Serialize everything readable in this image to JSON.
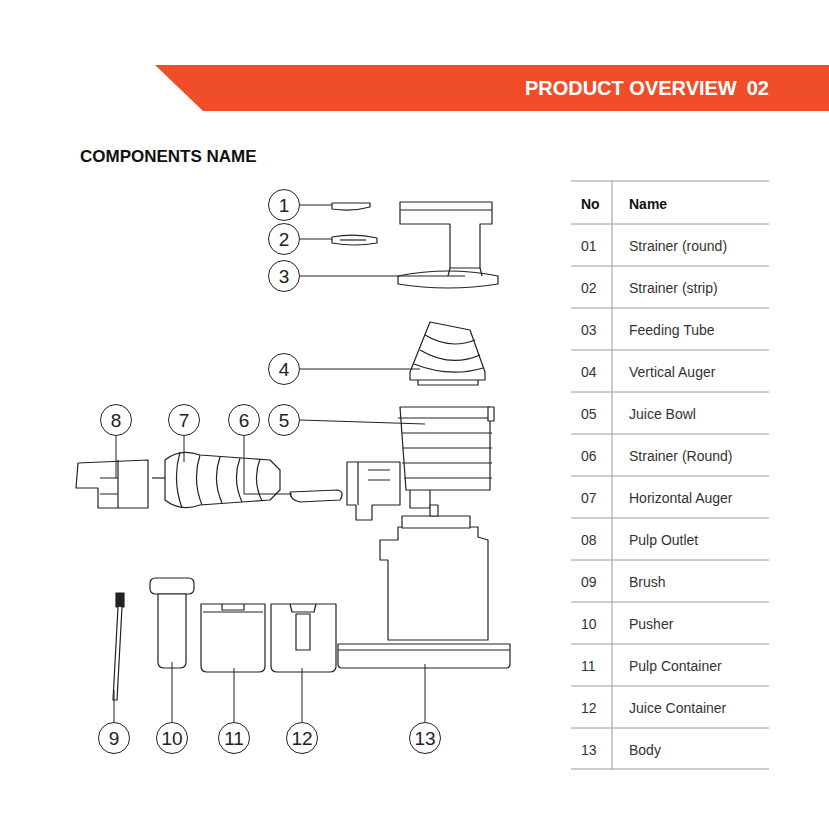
{
  "diagram": {
    "title": "COMPONENTS NAME",
    "nodes": [
      {
        "text": [
          "PRODUCT OVERVIEW",
          "02"
        ]
      },
      {
        "text": [
          "1"
        ]
      },
      {
        "text": [
          "2"
        ]
      },
      {
        "text": [
          "3"
        ]
      },
      {
        "text": [
          "4"
        ]
      },
      {
        "text": [
          "5"
        ]
      },
      {
        "text": [
          "6"
        ]
      },
      {
        "text": [
          "7"
        ]
      },
      {
        "text": [
          "8"
        ]
      },
      {
        "text": [
          "9"
        ]
      },
      {
        "text": [
          "10"
        ]
      },
      {
        "text": [
          "11"
        ]
      },
      {
        "text": [
          "12"
        ]
      },
      {
        "text": [
          "13"
        ]
      }
    ],
    "labels": [
      "No",
      "Name",
      "01",
      "Strainer (round)",
      "02",
      "Strainer (strip)",
      "03",
      "Feeding Tube",
      "04",
      "Vertical Auger",
      "05",
      "Juice Bowl",
      "06",
      "Strainer (Round)",
      "07",
      "Horizontal Auger",
      "08",
      "Pulp Outlet",
      "09",
      "Brush",
      "10",
      "Pusher",
      "11",
      "Pulp Container",
      "12",
      "Juice Container",
      "13",
      "Body"
    ]
  }
}
